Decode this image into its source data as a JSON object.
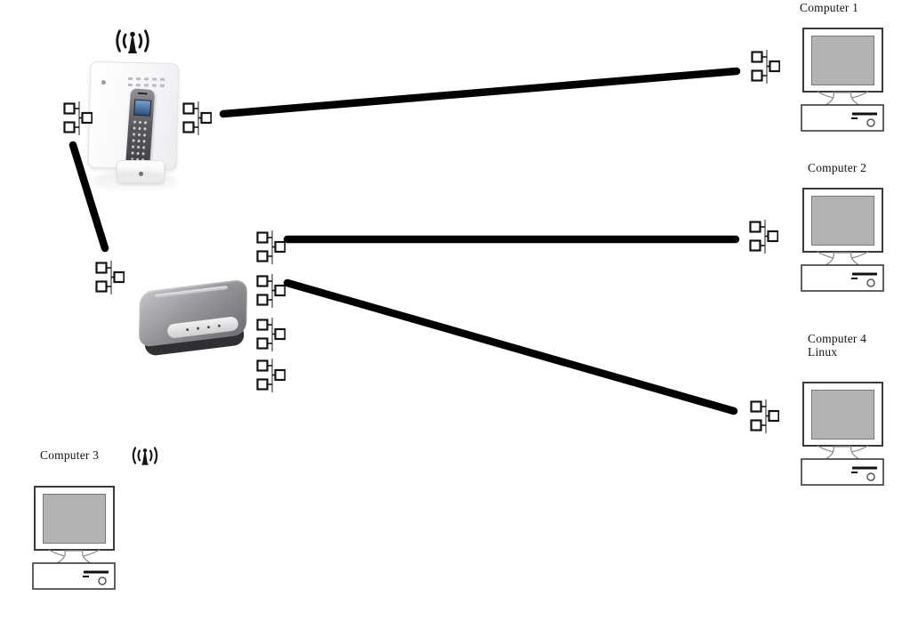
{
  "title": "Network topology diagram",
  "colors": {
    "background": "#ffffff",
    "connection_line": "#000000",
    "monitor_screen": "#b3b3b3",
    "icon_outline": "#141414",
    "switch_body": "#8f8f92",
    "router_body": "#f7f7f9",
    "phone_screen_blue": "#4a6ea8"
  },
  "computers": [
    {
      "id": "computer1",
      "label": "Computer 1"
    },
    {
      "id": "computer2",
      "label": "Computer 2"
    },
    {
      "id": "computer3",
      "label": "Computer 3"
    },
    {
      "id": "computer4",
      "label": "Computer 4",
      "sublabel": "Linux"
    }
  ],
  "devices": [
    {
      "id": "wireless-router",
      "type": "router-with-dect-phone",
      "wireless": true
    },
    {
      "id": "network-switch",
      "type": "switch"
    },
    {
      "id": "computer3",
      "type": "desktop",
      "wireless": true
    }
  ],
  "icons": [
    "wireless-signal-icon",
    "ethernet-adapter-icon",
    "desktop-computer-icon"
  ],
  "connections": [
    {
      "from": "wireless-router",
      "to": "computer1",
      "style": "thick-black"
    },
    {
      "from": "wireless-router",
      "to": "network-switch",
      "style": "thick-black"
    },
    {
      "from": "network-switch",
      "to": "computer2",
      "style": "thick-black"
    },
    {
      "from": "network-switch",
      "to": "computer4",
      "style": "thick-black"
    }
  ]
}
